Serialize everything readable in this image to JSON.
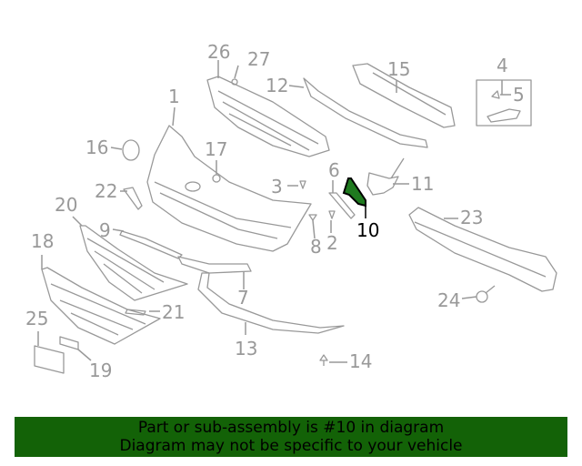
{
  "diagram": {
    "highlighted_part": "10",
    "highlight_color": "#1f7a1f",
    "callouts": [
      "26",
      "27",
      "12",
      "15",
      "4",
      "5",
      "1",
      "16",
      "17",
      "3",
      "6",
      "11",
      "22",
      "20",
      "9",
      "10",
      "23",
      "8",
      "2",
      "18",
      "7",
      "24",
      "21",
      "25",
      "13",
      "14",
      "19"
    ]
  },
  "banner": {
    "line1": "Part or sub-assembly is #10 in diagram",
    "line2": "Diagram may not be specific to your vehicle",
    "background": "#136207"
  }
}
